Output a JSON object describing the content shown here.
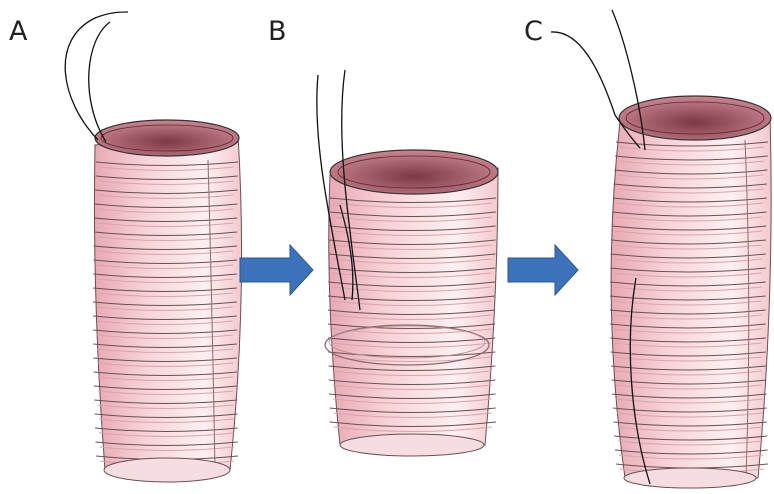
{
  "panels": [
    {
      "label": "A"
    },
    {
      "label": "B"
    },
    {
      "label": "C"
    }
  ],
  "colors": {
    "graft_fill_light": "#fdf0f2",
    "graft_fill_dark": "#e8a9b3",
    "graft_inner": "#a85a66",
    "ridge_line": "#6a4f53",
    "arrow_fill": "#3c72bb",
    "arrow_stroke": "#2a5590",
    "suture": "#111111"
  },
  "icons": [
    "right-arrow-icon",
    "right-arrow-icon"
  ]
}
